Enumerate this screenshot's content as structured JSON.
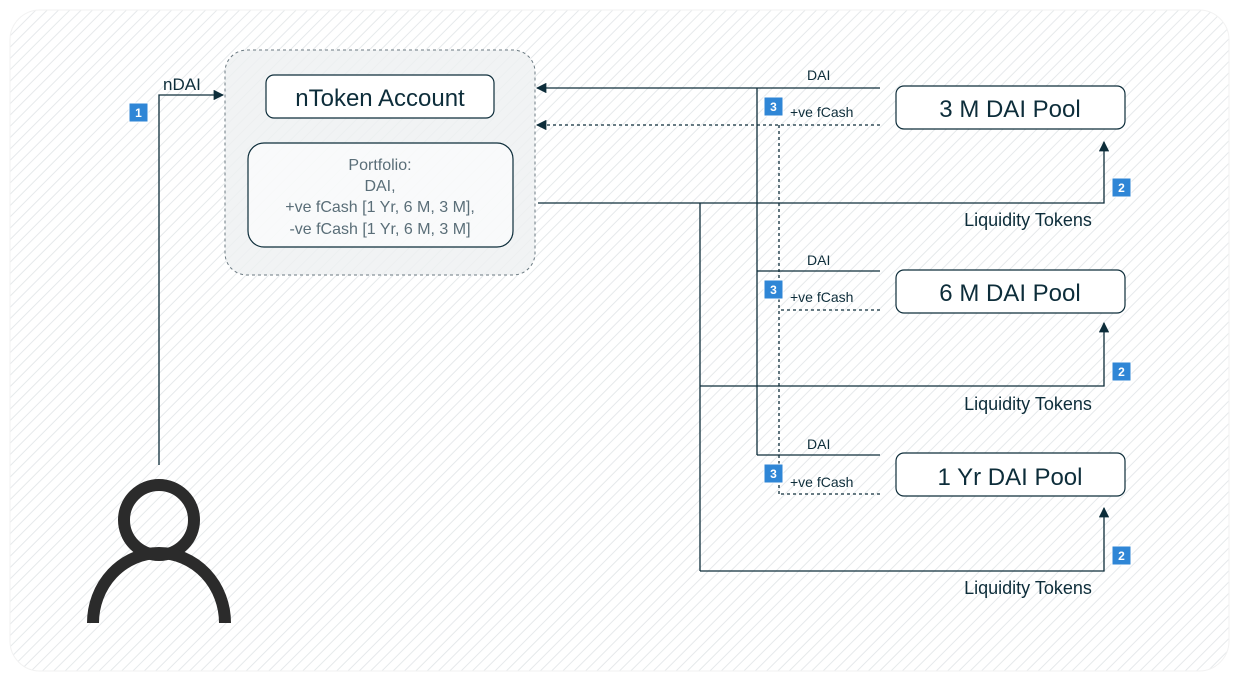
{
  "user": {
    "icon": "person-icon",
    "flow_label": "nDAI",
    "step_badge": "1"
  },
  "ntoken_account": {
    "title": "nToken Account",
    "portfolio": {
      "line1": "Portfolio:",
      "line2": "DAI,",
      "line3": "+ve fCash [1 Yr, 6 M, 3 M],",
      "line4": "-ve fCash [1 Yr, 6 M, 3 M]"
    }
  },
  "pools": [
    {
      "name": "3 M DAI Pool",
      "dai_label": "DAI",
      "fcash_label": "+ve fCash",
      "fcash_badge": "3",
      "liquidity_label": "Liquidity Tokens",
      "liquidity_badge": "2"
    },
    {
      "name": "6 M DAI Pool",
      "dai_label": "DAI",
      "fcash_label": "+ve fCash",
      "fcash_badge": "3",
      "liquidity_label": "Liquidity Tokens",
      "liquidity_badge": "2"
    },
    {
      "name": "1 Yr DAI Pool",
      "dai_label": "DAI",
      "fcash_label": "+ve fCash",
      "fcash_badge": "3",
      "liquidity_label": "Liquidity Tokens",
      "liquidity_badge": "2"
    }
  ],
  "colors": {
    "line": "#0d2d3a",
    "badge": "#2f86d6",
    "box_border": "#0d2d3a",
    "background_hatch": "#e9ecee",
    "portfolio_text": "#5a6e78"
  }
}
